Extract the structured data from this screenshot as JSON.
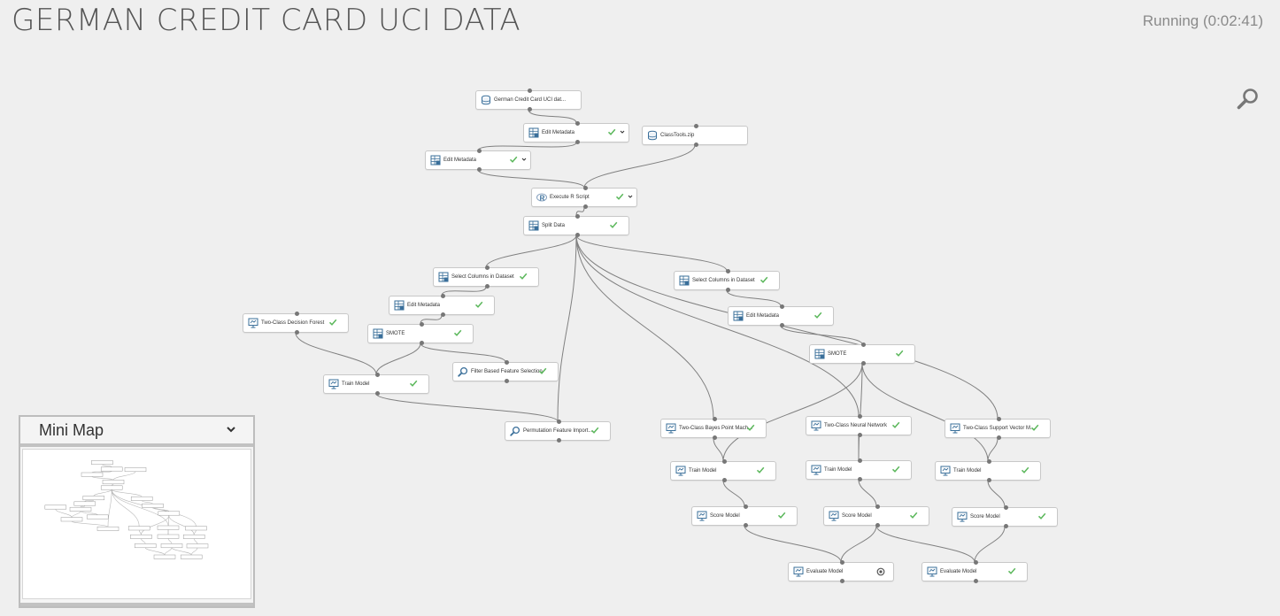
{
  "header": {
    "title": "GERMAN CREDIT CARD UCI DATA",
    "status": "Running (0:02:41)"
  },
  "toolbar": {
    "search_icon": "search-icon"
  },
  "minimap": {
    "title": "Mini Map",
    "toggle_icon": "chevron-down-icon"
  },
  "colors": {
    "background": "#efefef",
    "node_border": "#c8c8c8",
    "connector": "#808080",
    "check_green": "#5cb85c",
    "icon_blue": "#3a6f9a"
  },
  "modules": [
    {
      "id": "n1",
      "label": "German Credit Card UCI dat...",
      "icon": "dataset-icon",
      "status": "none"
    },
    {
      "id": "n2",
      "label": "Edit Metadata",
      "icon": "module-icon",
      "status": "done-dropdown"
    },
    {
      "id": "n3",
      "label": "ClassTools.zip",
      "icon": "dataset-icon",
      "status": "none"
    },
    {
      "id": "n4",
      "label": "Edit Metadata",
      "icon": "module-icon",
      "status": "done-dropdown"
    },
    {
      "id": "n5",
      "label": "Execute R Script",
      "icon": "r-script-icon",
      "status": "done-dropdown"
    },
    {
      "id": "n6",
      "label": "Split Data",
      "icon": "module-icon",
      "status": "done"
    },
    {
      "id": "n7",
      "label": "Select Columns in Dataset",
      "icon": "module-icon",
      "status": "done"
    },
    {
      "id": "n8",
      "label": "Select Columns in Dataset",
      "icon": "module-icon",
      "status": "done"
    },
    {
      "id": "n9",
      "label": "Edit Metadata",
      "icon": "module-icon",
      "status": "done"
    },
    {
      "id": "n10",
      "label": "Edit Metadata",
      "icon": "module-icon",
      "status": "done"
    },
    {
      "id": "n11",
      "label": "Two-Class Decision Forest",
      "icon": "learner-icon",
      "status": "done"
    },
    {
      "id": "n12",
      "label": "SMOTE",
      "icon": "module-icon",
      "status": "done"
    },
    {
      "id": "n13",
      "label": "SMOTE",
      "icon": "module-icon",
      "status": "done"
    },
    {
      "id": "n14",
      "label": "Filter Based Feature Selection",
      "icon": "search-module-icon",
      "status": "done"
    },
    {
      "id": "n15",
      "label": "Train Model",
      "icon": "learner-icon",
      "status": "done"
    },
    {
      "id": "n16",
      "label": "Permutation Feature Import...",
      "icon": "search-module-icon",
      "status": "done"
    },
    {
      "id": "n17",
      "label": "Two-Class Bayes Point Mach...",
      "icon": "learner-icon",
      "status": "done"
    },
    {
      "id": "n18",
      "label": "Two-Class Neural Network",
      "icon": "learner-icon",
      "status": "done"
    },
    {
      "id": "n19",
      "label": "Two-Class Support Vector M...",
      "icon": "learner-icon",
      "status": "done"
    },
    {
      "id": "n20",
      "label": "Train Model",
      "icon": "learner-icon",
      "status": "done"
    },
    {
      "id": "n21",
      "label": "Train Model",
      "icon": "learner-icon",
      "status": "done"
    },
    {
      "id": "n22",
      "label": "Train Model",
      "icon": "learner-icon",
      "status": "done"
    },
    {
      "id": "n23",
      "label": "Score Model",
      "icon": "learner-icon",
      "status": "done"
    },
    {
      "id": "n24",
      "label": "Score Model",
      "icon": "learner-icon",
      "status": "done"
    },
    {
      "id": "n25",
      "label": "Score Model",
      "icon": "learner-icon",
      "status": "done"
    },
    {
      "id": "n26",
      "label": "Evaluate Model",
      "icon": "learner-icon",
      "status": "running"
    },
    {
      "id": "n27",
      "label": "Evaluate Model",
      "icon": "learner-icon",
      "status": "done"
    }
  ],
  "connections": [
    [
      "n1",
      "n2"
    ],
    [
      "n2",
      "n4"
    ],
    [
      "n4",
      "n5"
    ],
    [
      "n3",
      "n5"
    ],
    [
      "n5",
      "n6"
    ],
    [
      "n6",
      "n7"
    ],
    [
      "n6",
      "n8"
    ],
    [
      "n6",
      "n16"
    ],
    [
      "n6",
      "n17"
    ],
    [
      "n6",
      "n18"
    ],
    [
      "n6",
      "n19"
    ],
    [
      "n7",
      "n9"
    ],
    [
      "n9",
      "n12"
    ],
    [
      "n12",
      "n15"
    ],
    [
      "n12",
      "n14"
    ],
    [
      "n11",
      "n15"
    ],
    [
      "n15",
      "n16"
    ],
    [
      "n8",
      "n10"
    ],
    [
      "n10",
      "n13"
    ],
    [
      "n13",
      "n20"
    ],
    [
      "n13",
      "n21"
    ],
    [
      "n13",
      "n22"
    ],
    [
      "n17",
      "n20"
    ],
    [
      "n18",
      "n21"
    ],
    [
      "n19",
      "n22"
    ],
    [
      "n20",
      "n23"
    ],
    [
      "n21",
      "n24"
    ],
    [
      "n22",
      "n25"
    ],
    [
      "n23",
      "n26"
    ],
    [
      "n24",
      "n26"
    ],
    [
      "n24",
      "n27"
    ],
    [
      "n25",
      "n27"
    ]
  ]
}
